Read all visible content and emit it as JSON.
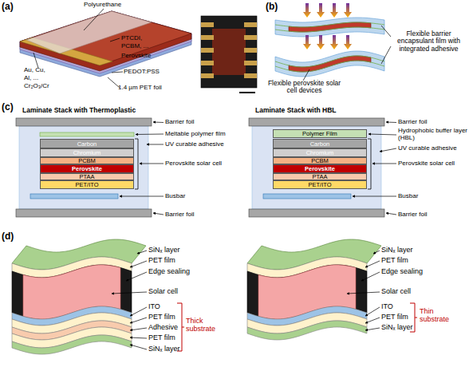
{
  "diagram": {
    "nodes": [
      {
        "text": [
          "Carbon"
        ]
      },
      {
        "text": [
          "Chromium"
        ]
      },
      {
        "text": [
          "PCBM"
        ]
      },
      {
        "text": [
          "Perovskite"
        ]
      },
      {
        "text": [
          "PTAA"
        ]
      },
      {
        "text": [
          "PET/ITO"
        ]
      },
      {
        "text": [
          "Polymer Film"
        ]
      },
      {
        "text": [
          "Carbon"
        ]
      },
      {
        "text": [
          "Chromium"
        ]
      },
      {
        "text": [
          "PCBM"
        ]
      },
      {
        "text": [
          "Perovskite"
        ]
      },
      {
        "text": [
          "PTAA"
        ]
      },
      {
        "text": [
          "PET/ITO"
        ]
      }
    ],
    "labels": [
      "(a)",
      "Polyurethane",
      "PTCDI,",
      "PCBM, ...",
      "Perovskite",
      "Au, Cu,",
      "Al, ...",
      "Cr₂O₃/Cr",
      "PEDOT:PSS",
      "1.4 µm PET foil",
      "(b)",
      "Flexible barrier encapsulant film with integrated adhesive",
      "Flexible perovskite solar cell devices",
      "(c)",
      "Laminate Stack with Thermoplastic",
      "Barrier foil",
      "Meltable polymer film",
      "UV curable adhesive",
      "Perovskite solar cell",
      "Busbar",
      "Barrier foil",
      "Laminate Stack with HBL",
      "Barrier foil",
      "Hydrophobic buffer layer (HBL)",
      "UV curable adhesive",
      "Perovskite solar cell",
      "Busbar",
      "Barrier foil",
      "(d)",
      "SiNₓ layer",
      "PET film",
      "Edge sealing",
      "Solar cell",
      "ITO",
      "PET film",
      "Adhesive",
      "PET film",
      "SiNₓ layer",
      "Thick substrate",
      "SiNₓ layer",
      "PET film",
      "Edge sealing",
      "Solar cell",
      "ITO",
      "PET film",
      "SiNₓ layer",
      "Thin substrate"
    ]
  }
}
